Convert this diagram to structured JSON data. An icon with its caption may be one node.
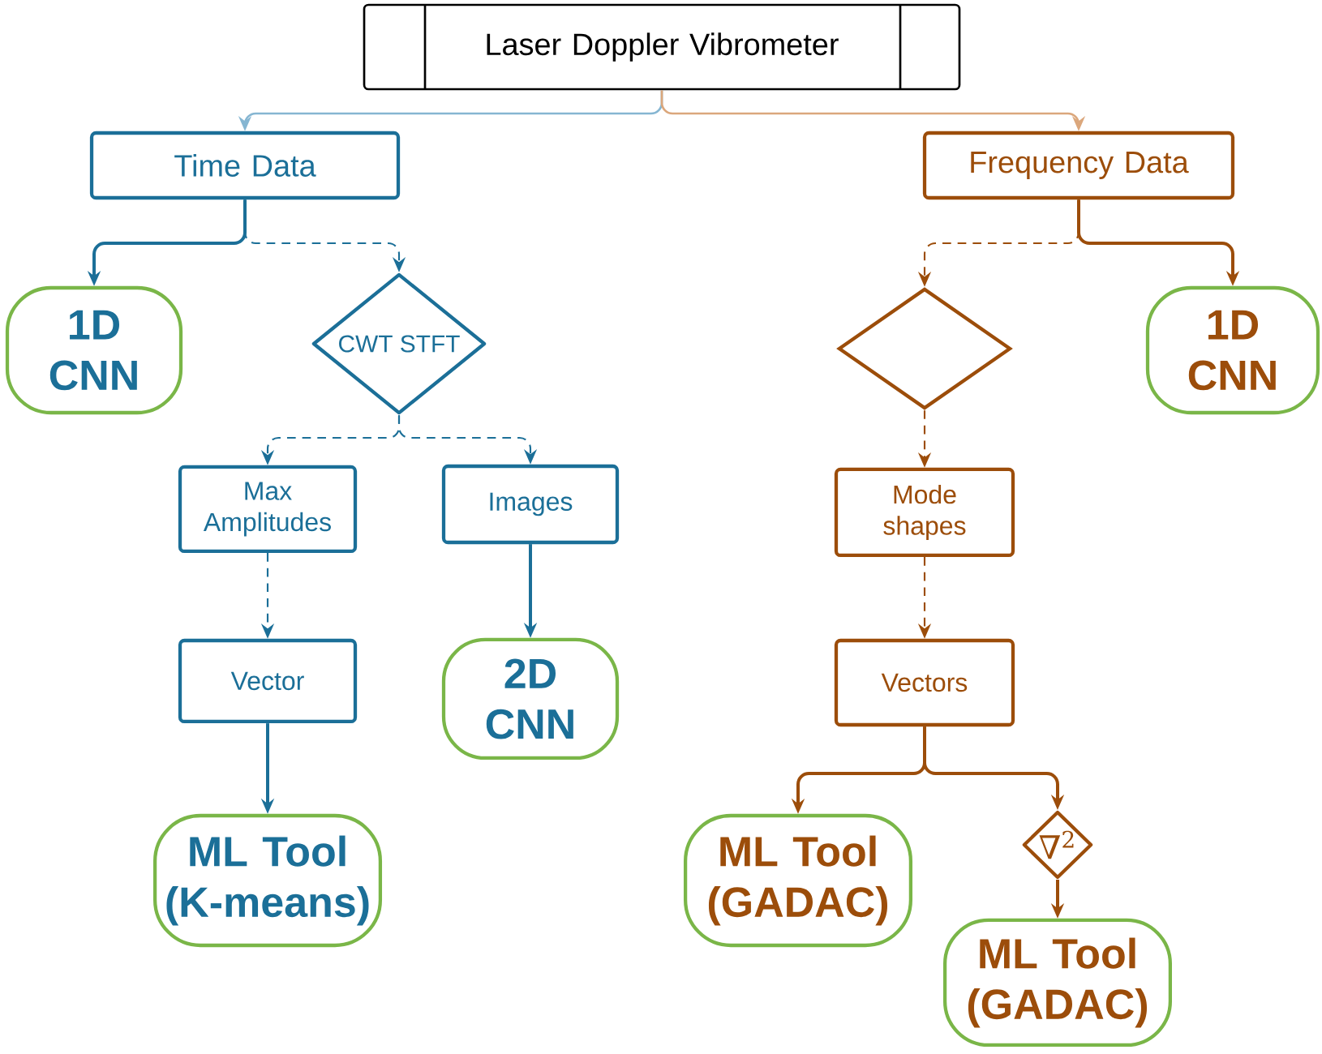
{
  "diagram": {
    "nodes": [
      {
        "text": [
          "Laser Doppler Vibrometer"
        ]
      },
      {
        "text": [
          "Time Data"
        ]
      },
      {
        "text": [
          "Frequency Data"
        ]
      },
      {
        "text": [
          "1D CNN"
        ]
      },
      {
        "text": [
          "CWT STFT"
        ]
      },
      {
        "text": [],
        "shape": "diamond"
      },
      {
        "text": [
          "1D CNN"
        ]
      },
      {
        "text": [
          "Max Amplitudes"
        ]
      },
      {
        "text": [
          "Images"
        ]
      },
      {
        "text": [
          "Mode shapes"
        ]
      },
      {
        "text": [
          "Vector"
        ]
      },
      {
        "text": [
          "2D CNN"
        ]
      },
      {
        "text": [
          "Vectors"
        ]
      },
      {
        "text": [
          "ML Tool (K-means)"
        ]
      },
      {
        "text": [
          "ML Tool (GADAC)"
        ]
      },
      {
        "text": [
          "∇$^{2}$"
        ]
      },
      {
        "text": [
          "ML Tool (GADAC)"
        ]
      }
    ],
    "edges": [
      {
        "from": 0,
        "to": 1,
        "arrow": "to",
        "color": "#86b6d2"
      },
      {
        "from": 0,
        "to": 2,
        "arrow": "to",
        "color": "#dba77c"
      },
      {
        "from": 1,
        "to": 3,
        "arrow": "to",
        "color": "#1b6f98"
      },
      {
        "from": 1,
        "to": 4,
        "arrow": "to",
        "style": "dashed",
        "color": "#1b6f98"
      },
      {
        "from": 2,
        "to": 5,
        "arrow": "to",
        "style": "dashed",
        "color": "#9c4d0a"
      },
      {
        "from": 2,
        "to": 6,
        "arrow": "to",
        "color": "#9c4d0a"
      },
      {
        "from": 4,
        "to": 7,
        "arrow": "to",
        "style": "dashed",
        "color": "#1b6f98"
      },
      {
        "from": 4,
        "to": 8,
        "arrow": "to",
        "style": "dashed",
        "color": "#1b6f98"
      },
      {
        "from": 5,
        "to": 9,
        "arrow": "to",
        "style": "dashed",
        "color": "#9c4d0a"
      },
      {
        "from": 7,
        "to": 10,
        "arrow": "to",
        "style": "dashed",
        "color": "#1b6f98"
      },
      {
        "from": 8,
        "to": 11,
        "arrow": "to",
        "color": "#1b6f98"
      },
      {
        "from": 9,
        "to": 12,
        "arrow": "to",
        "style": "dashed",
        "color": "#9c4d0a"
      },
      {
        "from": 10,
        "to": 13,
        "arrow": "to",
        "color": "#1b6f98"
      },
      {
        "from": 12,
        "to": 14,
        "arrow": "to",
        "color": "#9c4d0a"
      },
      {
        "from": 12,
        "to": 15,
        "arrow": "to",
        "color": "#9c4d0a"
      },
      {
        "from": 15,
        "to": 16,
        "arrow": "to",
        "color": "#9c4d0a"
      }
    ]
  }
}
